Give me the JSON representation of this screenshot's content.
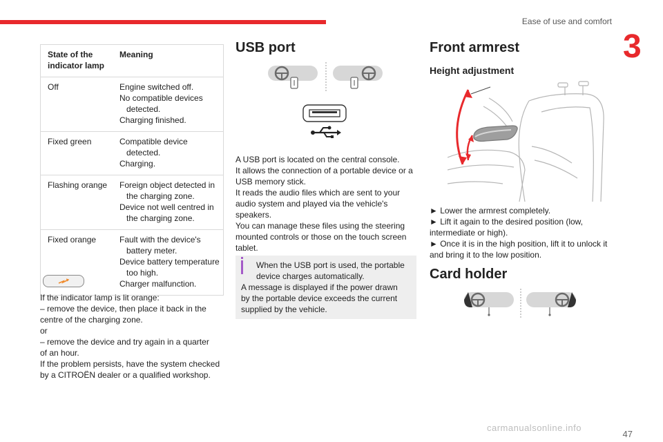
{
  "header": {
    "section_title": "Ease of use and comfort",
    "chapter_number": "3"
  },
  "table": {
    "headers": [
      "State of the indicator lamp",
      "Meaning"
    ],
    "rows": [
      {
        "state": "Off",
        "meaning": [
          "Engine switched off.",
          "No compatible devices detected.",
          "Charging finished."
        ]
      },
      {
        "state": "Fixed green",
        "meaning": [
          "Compatible device detected.",
          "Charging."
        ]
      },
      {
        "state": "Flashing orange",
        "meaning": [
          "Foreign object detected in the charging zone.",
          "Device not well centred in the charging zone."
        ]
      },
      {
        "state": "Fixed orange",
        "meaning": [
          "Fault with the device's battery meter.",
          "Device battery temperature too high.",
          "Charger malfunction."
        ]
      }
    ]
  },
  "orange_lamp": {
    "lines": [
      "If the indicator lamp is lit orange:",
      "–  remove the device, then place it back in the",
      "centre of the charging zone.",
      "or",
      "–  remove the device and try again in a quarter",
      "of an hour.",
      "If the problem persists, have the system checked",
      "by a CITROËN dealer or a qualified workshop."
    ]
  },
  "usb": {
    "title": "USB port",
    "body_lines": [
      "A USB port is located on the central console.",
      "It allows the connection of a portable device or a",
      "USB memory stick.",
      "It reads the audio files which are sent to your",
      "audio system and played via the vehicle's",
      "speakers.",
      "You can manage these files using the steering",
      "mounted controls or those on the touch screen",
      "tablet."
    ],
    "info_lines": [
      "When the USB port is used, the portable",
      "device charges automatically.",
      "A message is displayed if the power drawn",
      "by the portable device exceeds the current",
      "supplied by the vehicle."
    ]
  },
  "armrest": {
    "title": "Front armrest",
    "subtitle": "Height adjustment",
    "steps": [
      "►  Lower the armrest completely.",
      "►  Lift it again to the desired position (low,",
      "intermediate or high).",
      "►  Once it is in the high position, lift it to unlock it",
      "and bring it to the low position."
    ]
  },
  "card_holder": {
    "title": "Card holder"
  },
  "footer": {
    "page_number": "47",
    "watermark": "carmanualsonline.info"
  },
  "colors": {
    "accent_red": "#e8292c",
    "info_purple": "#a45ac8"
  }
}
